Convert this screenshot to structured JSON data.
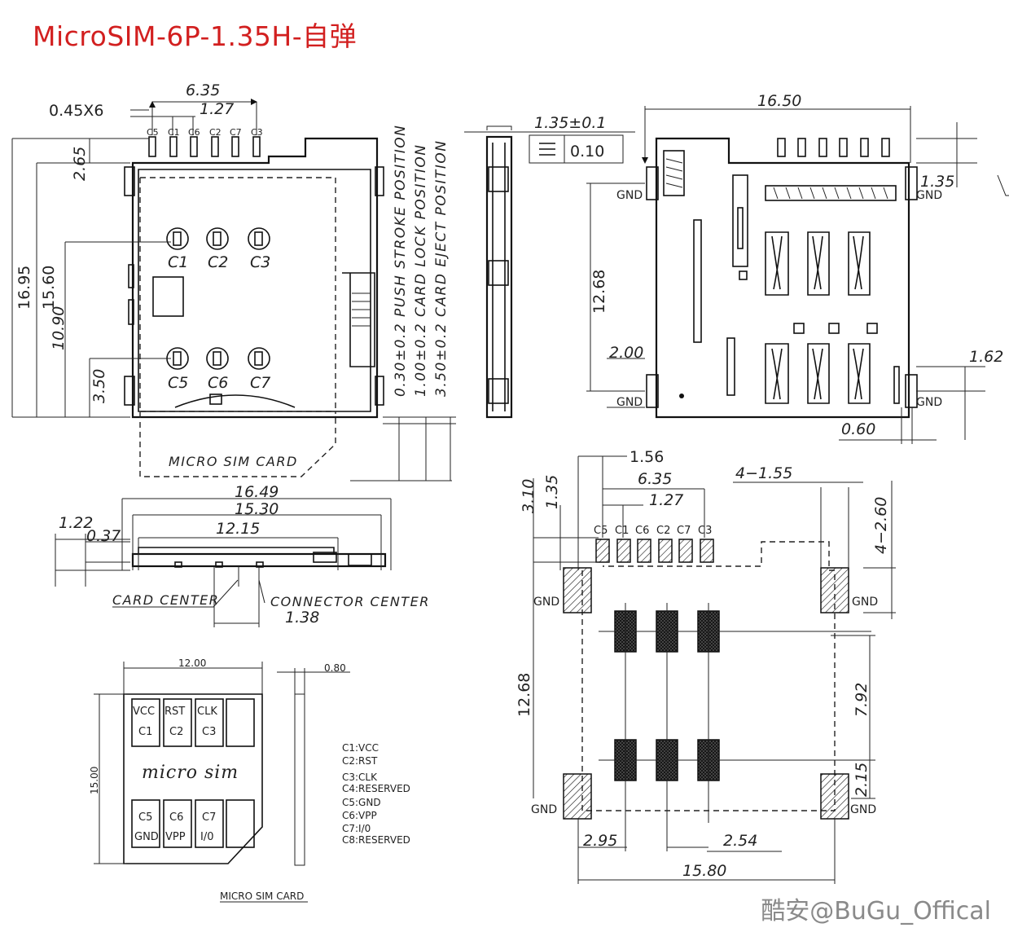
{
  "title": "MicroSIM-6P-1.35H-自弹",
  "watermark": "酷安@BuGu_Offical",
  "top_view": {
    "dims": {
      "pitch_total": "6.35",
      "pitch": "1.27",
      "pin_width": "0.45X6",
      "h_265": "2.65",
      "h_1695": "16.95",
      "h_1560": "15.60",
      "h_1090": "10.90",
      "h_350": "3.50"
    },
    "pin_labels_top": [
      "C5",
      "C1",
      "C6",
      "C2",
      "C7",
      "C3"
    ],
    "contact_labels": [
      "C1",
      "C2",
      "C3",
      "C5",
      "C6",
      "C7"
    ],
    "card_label": "MICRO SIM CARD",
    "positions": [
      "0.30±0.2 PUSH STROKE POSITION",
      "1.00±0.2 CARD LOCK POSITION",
      "3.50±0.2 CARD EJECT POSITION"
    ]
  },
  "side_view": {
    "thickness": "1.35±0.1",
    "flatness_value": "0.10"
  },
  "bottom_view": {
    "dims": {
      "width": "16.50",
      "h_135": "1.35",
      "h_1268": "12.68",
      "h_200": "2.00",
      "h_162": "1.62",
      "h_060": "0.60"
    },
    "gnd": "GND"
  },
  "front_view": {
    "dims": {
      "d_1649": "16.49",
      "d_1530": "15.30",
      "d_1215": "12.15",
      "d_122": "1.22",
      "d_037": "0.37",
      "d_138": "1.38"
    },
    "card_center": "CARD CENTER",
    "connector_center": "CONNECTOR CENTER"
  },
  "footprint": {
    "dims": {
      "d_156": "1.56",
      "d_635": "6.35",
      "d_127": "1.27",
      "d_4_155": "4−1.55",
      "d_4_260": "4−2.60",
      "d_310": "3.10",
      "d_135": "1.35",
      "d_1268": "12.68",
      "d_792": "7.92",
      "d_215": "2.15",
      "d_295": "2.95",
      "d_254": "2.54",
      "d_1580": "15.80"
    },
    "pin_labels": [
      "C5",
      "C1",
      "C6",
      "C2",
      "C7",
      "C3"
    ],
    "gnd": "GND"
  },
  "card": {
    "width": "12.00",
    "height": "15.00",
    "thickness": "0.80",
    "contacts_top": [
      [
        "VCC",
        "C1"
      ],
      [
        "RST",
        "C2"
      ],
      [
        "CLK",
        "C3"
      ]
    ],
    "contacts_bottom": [
      [
        "C5",
        "GND"
      ],
      [
        "C6",
        "VPP"
      ],
      [
        "C7",
        "I/0"
      ]
    ],
    "logo_text": "micro sim",
    "label": "MICRO SIM CARD",
    "legend": [
      "C1:VCC",
      "C2:RST",
      "C3:CLK",
      "C4:RESERVED",
      "C5:GND",
      "C6:VPP",
      "C7:I/0",
      "C8:RESERVED"
    ]
  }
}
